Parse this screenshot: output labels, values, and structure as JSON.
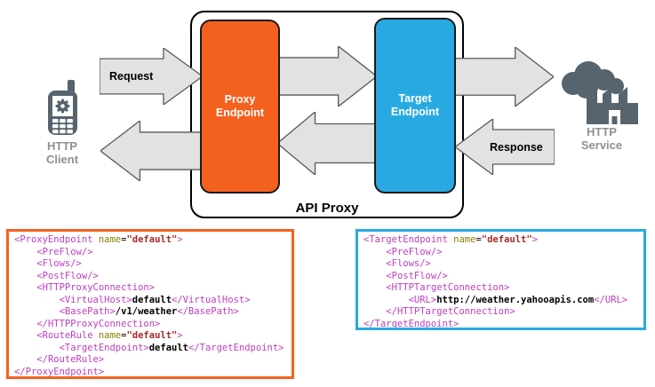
{
  "colors": {
    "orange": "#F4611E",
    "blue": "#29A9E1",
    "icon-gray": "#57646E",
    "label-gray": "#8F8F8F",
    "arrow-fill": "#E2E2E2",
    "arrow-stroke": "#58595B",
    "code-tag": "#BF3EBF",
    "code-attr": "#8B8000",
    "code-val": "#A52A2A"
  },
  "diagram": {
    "api_proxy_label": "API Proxy",
    "proxy_endpoint": {
      "line1": "Proxy",
      "line2": "Endpoint"
    },
    "target_endpoint": {
      "line1": "Target",
      "line2": "Endpoint"
    },
    "request_label": "Request",
    "response_label": "Response",
    "client": {
      "line1": "HTTP",
      "line2": "Client"
    },
    "service": {
      "line1": "HTTP",
      "line2": "Service"
    }
  },
  "code_blocks": {
    "proxy": {
      "lines": [
        [
          {
            "c": "tag",
            "t": "<ProxyEndpoint"
          },
          {
            "c": "pln",
            "t": " "
          },
          {
            "c": "attr",
            "t": "name"
          },
          {
            "c": "pln",
            "t": "="
          },
          {
            "c": "val",
            "t": "\"default\""
          },
          {
            "c": "tag",
            "t": ">"
          }
        ],
        [
          {
            "c": "pln",
            "t": "    "
          },
          {
            "c": "tag",
            "t": "<PreFlow/>"
          }
        ],
        [
          {
            "c": "pln",
            "t": "    "
          },
          {
            "c": "tag",
            "t": "<Flows/>"
          }
        ],
        [
          {
            "c": "pln",
            "t": "    "
          },
          {
            "c": "tag",
            "t": "<PostFlow/>"
          }
        ],
        [
          {
            "c": "pln",
            "t": "    "
          },
          {
            "c": "tag",
            "t": "<HTTPProxyConnection>"
          }
        ],
        [
          {
            "c": "pln",
            "t": "        "
          },
          {
            "c": "tag",
            "t": "<VirtualHost>"
          },
          {
            "c": "txt",
            "t": "default"
          },
          {
            "c": "tag",
            "t": "</VirtualHost>"
          }
        ],
        [
          {
            "c": "pln",
            "t": "        "
          },
          {
            "c": "tag",
            "t": "<BasePath>"
          },
          {
            "c": "txt",
            "t": "/v1/weather"
          },
          {
            "c": "tag",
            "t": "</BasePath>"
          }
        ],
        [
          {
            "c": "pln",
            "t": "    "
          },
          {
            "c": "tag",
            "t": "</HTTPProxyConnection>"
          }
        ],
        [
          {
            "c": "pln",
            "t": "    "
          },
          {
            "c": "tag",
            "t": "<RouteRule"
          },
          {
            "c": "pln",
            "t": " "
          },
          {
            "c": "attr",
            "t": "name"
          },
          {
            "c": "pln",
            "t": "="
          },
          {
            "c": "val",
            "t": "\"default\""
          },
          {
            "c": "tag",
            "t": ">"
          }
        ],
        [
          {
            "c": "pln",
            "t": "        "
          },
          {
            "c": "tag",
            "t": "<TargetEndpoint>"
          },
          {
            "c": "txt",
            "t": "default"
          },
          {
            "c": "tag",
            "t": "</TargetEndpoint>"
          }
        ],
        [
          {
            "c": "pln",
            "t": "    "
          },
          {
            "c": "tag",
            "t": "</RouteRule>"
          }
        ],
        [
          {
            "c": "tag",
            "t": "</ProxyEndpoint>"
          }
        ]
      ]
    },
    "target": {
      "lines": [
        [
          {
            "c": "tag",
            "t": "<TargetEndpoint"
          },
          {
            "c": "pln",
            "t": " "
          },
          {
            "c": "attr",
            "t": "name"
          },
          {
            "c": "pln",
            "t": "="
          },
          {
            "c": "val",
            "t": "\"default\""
          },
          {
            "c": "tag",
            "t": ">"
          }
        ],
        [
          {
            "c": "pln",
            "t": "    "
          },
          {
            "c": "tag",
            "t": "<PreFlow/>"
          }
        ],
        [
          {
            "c": "pln",
            "t": "    "
          },
          {
            "c": "tag",
            "t": "<Flows/>"
          }
        ],
        [
          {
            "c": "pln",
            "t": "    "
          },
          {
            "c": "tag",
            "t": "<PostFlow/>"
          }
        ],
        [
          {
            "c": "pln",
            "t": "    "
          },
          {
            "c": "tag",
            "t": "<HTTPTargetConnection>"
          }
        ],
        [
          {
            "c": "pln",
            "t": "        "
          },
          {
            "c": "tag",
            "t": "<URL>"
          },
          {
            "c": "txt",
            "t": "http://weather.yahooapis.com"
          },
          {
            "c": "tag",
            "t": "</URL>"
          }
        ],
        [
          {
            "c": "pln",
            "t": "    "
          },
          {
            "c": "tag",
            "t": "</HTTPTargetConnection>"
          }
        ],
        [
          {
            "c": "tag",
            "t": "</TargetEndpoint>"
          }
        ]
      ]
    }
  }
}
